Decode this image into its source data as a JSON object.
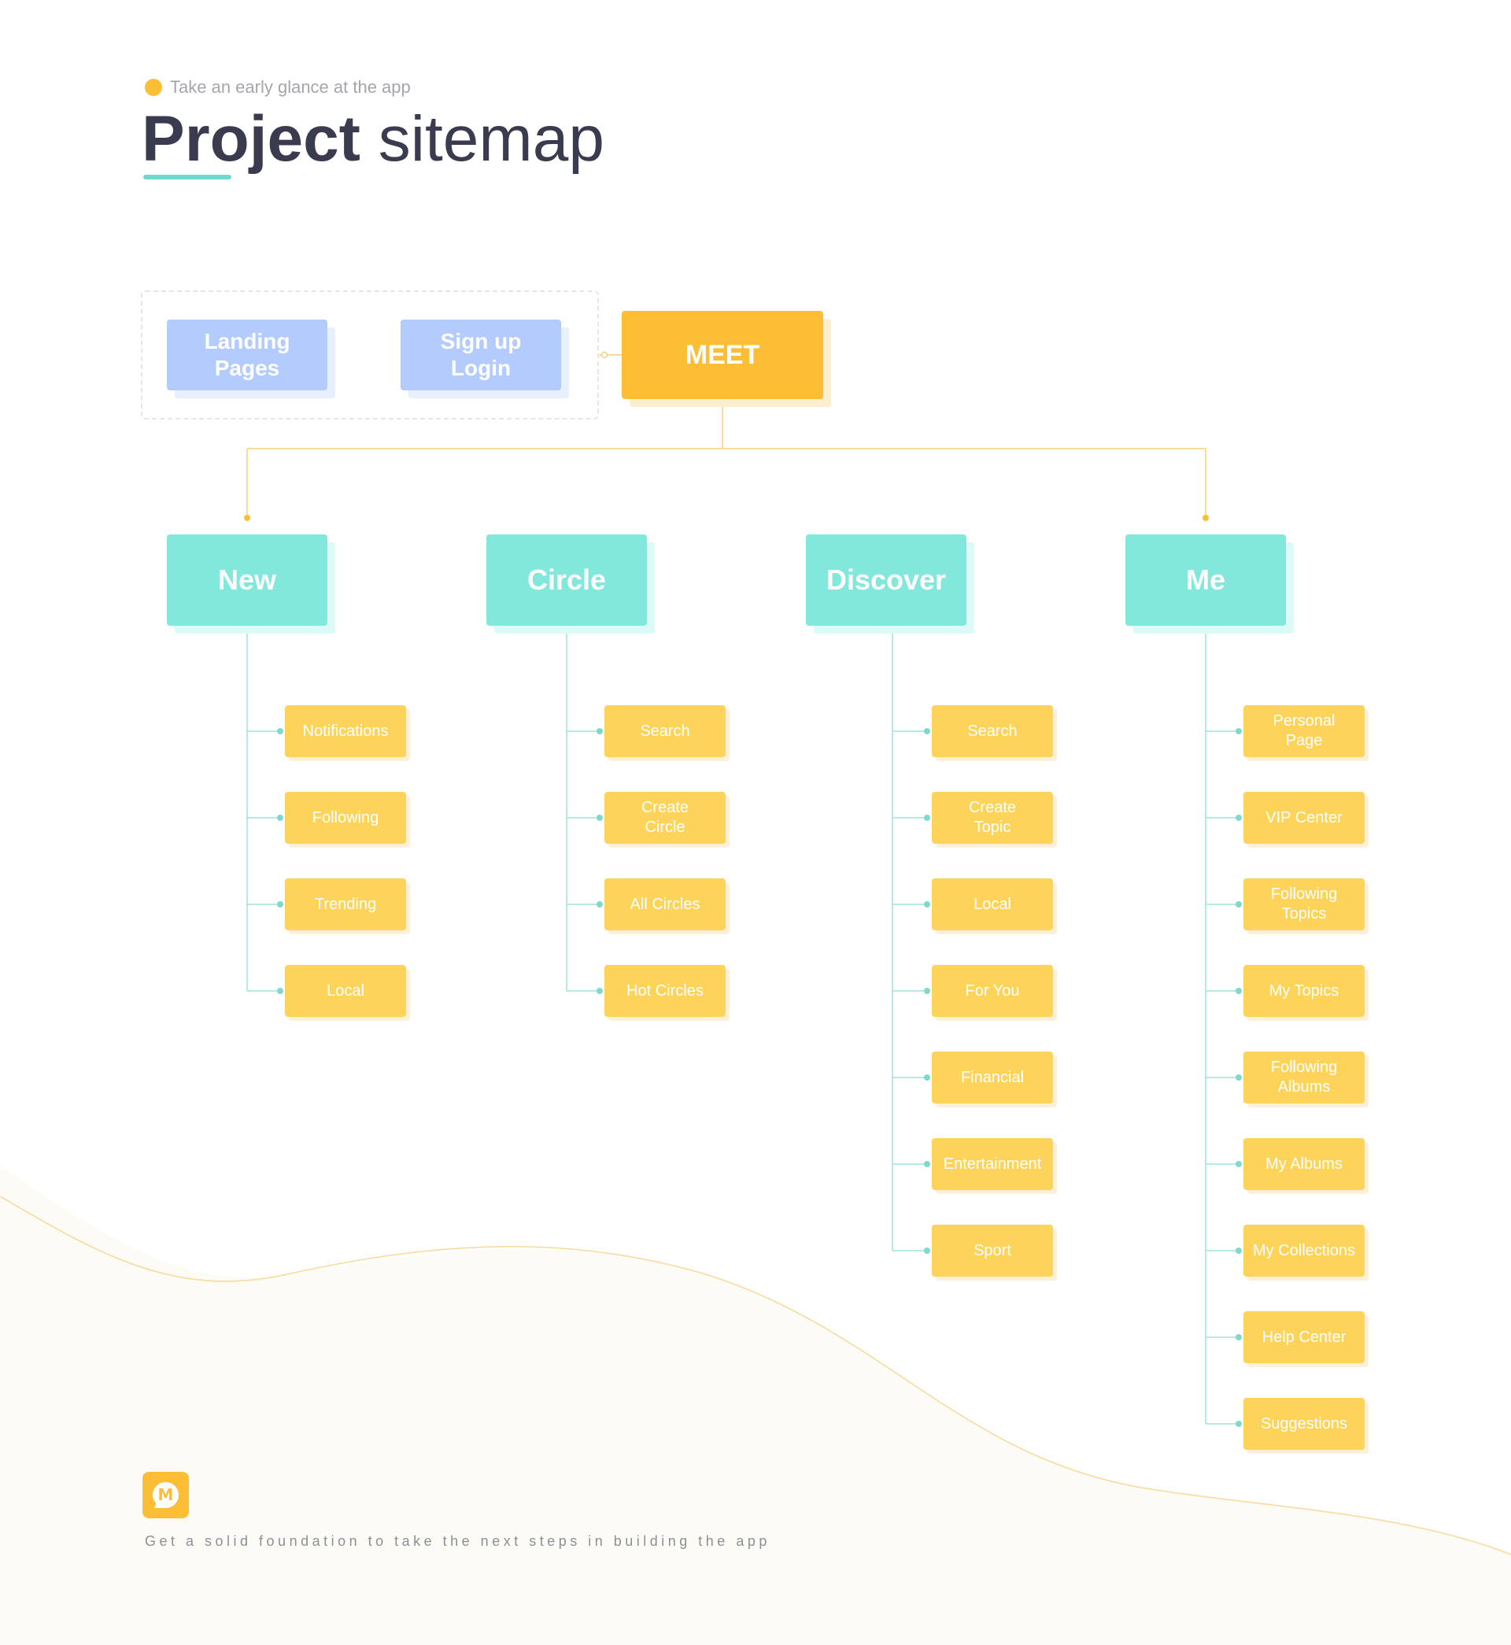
{
  "header": {
    "eyebrow": "Take an early glance at the app",
    "title_bold": "Project",
    "title_light": "sitemap"
  },
  "pre_app": [
    "Landing\nPages",
    "Sign up\nLogin"
  ],
  "root": "MEET",
  "columns": [
    {
      "label": "New",
      "children": [
        "Notifications",
        "Following",
        "Trending",
        "Local"
      ]
    },
    {
      "label": "Circle",
      "children": [
        "Search",
        "Create\nCircle",
        "All Circles",
        "Hot Circles"
      ]
    },
    {
      "label": "Discover",
      "children": [
        "Search",
        "Create\nTopic",
        "Local",
        "For You",
        "Financial",
        "Entertainment",
        "Sport"
      ]
    },
    {
      "label": "Me",
      "children": [
        "Personal\nPage",
        "VIP Center",
        "Following\nTopics",
        "My Topics",
        "Following\nAlbums",
        "My Albums",
        "My Collections",
        "Help Center",
        "Suggestions"
      ]
    }
  ],
  "footer": {
    "text": "Get a solid foundation to take the next steps in building the app",
    "logo_letter": "M"
  },
  "colors": {
    "orange": "#FBBE35",
    "leaf": "#FDD459",
    "teal": "#82e8dc",
    "blue": "#b3ccfd",
    "line_teal": "#9fe3da",
    "line_orange": "#f8cf78"
  }
}
